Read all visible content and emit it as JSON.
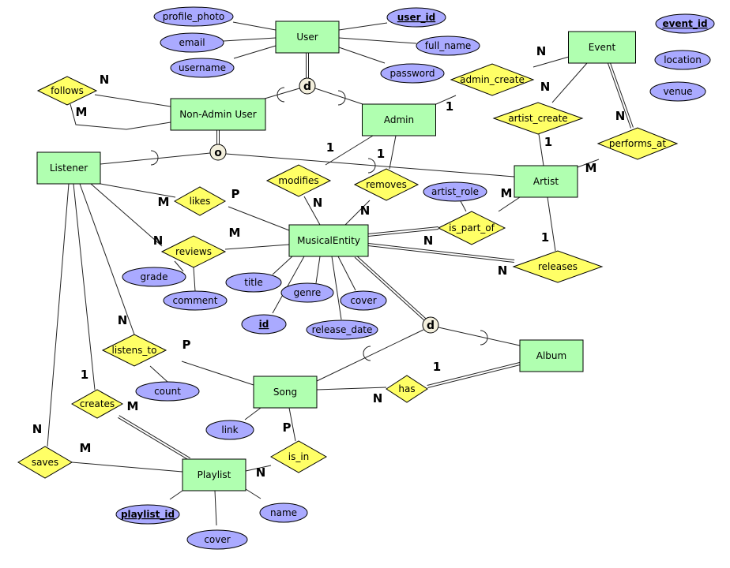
{
  "colors": {
    "entity": "#b0ffb0",
    "attribute": "#aaaaff",
    "relationship": "#ffff66",
    "specialization": "#f3efdc"
  },
  "entities": {
    "user": "User",
    "nonadmin": "Non-Admin User",
    "admin": "Admin",
    "event": "Event",
    "listener": "Listener",
    "artist": "Artist",
    "musical": "MusicalEntity",
    "album": "Album",
    "song": "Song",
    "playlist": "Playlist"
  },
  "attributes": {
    "profile_photo": "profile_photo",
    "email": "email",
    "username": "username",
    "user_id": "user_id",
    "full_name": "full_name",
    "password": "password",
    "event_id": "event_id",
    "location": "location",
    "venue": "venue",
    "artist_role": "artist_role",
    "grade": "grade",
    "comment": "comment",
    "title": "title",
    "genre": "genre",
    "me_cover": "cover",
    "id": "id",
    "release_date": "release_date",
    "count": "count",
    "link": "link",
    "playlist_id": "playlist_id",
    "name": "name",
    "pl_cover": "cover"
  },
  "key_attributes": [
    "user_id",
    "event_id",
    "id",
    "playlist_id"
  ],
  "relationships": {
    "follows": "follows",
    "admin_create": "admin_create",
    "artist_create": "artist_create",
    "performs_at": "performs_at",
    "modifies": "modifies",
    "removes": "removes",
    "likes": "likes",
    "is_part_of": "is_part_of",
    "reviews": "reviews",
    "releases": "releases",
    "listens_to": "listens_to",
    "has": "has",
    "creates": "creates",
    "is_in": "is_in",
    "saves": "saves"
  },
  "specializations": {
    "user_split": "d",
    "nonadmin_split": "o",
    "musical_split": "d"
  },
  "cardinalities": [
    "N",
    "M",
    "1",
    "1",
    "N",
    "N",
    "1",
    "1",
    "N",
    "M",
    "M",
    "1",
    "N",
    "N",
    "M",
    "P",
    "N",
    "M",
    "N",
    "N",
    "N",
    "P",
    "1",
    "M",
    "1",
    "N",
    "P",
    "N",
    "N",
    "M"
  ]
}
